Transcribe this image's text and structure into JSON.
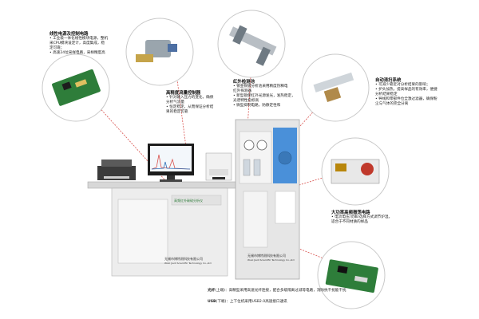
{
  "callouts": {
    "power": {
      "title": "线性电源及控制电路",
      "lines": [
        "• 工业级一体化线性模块电源，整机",
        "采CPU模块设定计，高度集成，稳",
        "定可靠；",
        "• 高速24位采样电路，采样精度高"
      ]
    },
    "flow": {
      "title": "高精度流量控制器",
      "lines": [
        "• 针对输入压力的变化，确保",
        "分析气流量",
        "• 恒定稳定，从而保证分析结",
        "果的稳定可靠"
      ]
    },
    "ir": {
      "title": "红外检测池",
      "lines": [
        "• 镀金铜镀分析池采用精度热释电",
        "红外探测器",
        "• 新型锁使红外光源发光，发热稳定，",
        "光谱特性指标高",
        "• 微型抑制电路，防静定性和"
      ]
    },
    "auto": {
      "title": "自动清扫系统",
      "lines": [
        "• 可减少靠近对分析结果的影响；",
        "• 护头加热，提高样品的有效率，便捷",
        "分析结果稳定",
        "• 导线和零部件位全激过滤器，确保粉",
        "尘与气体的完全分离"
      ]
    },
    "hf": {
      "title": "大功率高频振荡电路",
      "lines": [
        "• 电流电压/功率/选择方式调节炉温，",
        "适合于不同材质的样品"
      ]
    },
    "bottom": {
      "line1_label": "光纤",
      "line1_text": "(上端)：高精型采用高速光纤连接，配合多级隔离过减等电路，消除抗干扰能干扰",
      "line2_label": "USB",
      "line2_text": "(下端)：上下位机采用USB2.0高速接口通讯"
    }
  },
  "machine": {
    "left_label": "无锡市博特测科技有限公司",
    "left_sub": "Wuxi Jiedi Scientific Technology Co.,Ltd",
    "right_label": "无锡市博特测科技有限公司",
    "right_sub": "Wuxi Jiedi Scientific Technology Co.,Ltd",
    "cabinet_tag": "高频红外碳硫分析仪"
  },
  "colors": {
    "callout_line": "#d9534f",
    "cabinet": "#e6e6e6",
    "furnace_blue": "#4a90d9",
    "pcb_green": "#2e7d3a"
  }
}
